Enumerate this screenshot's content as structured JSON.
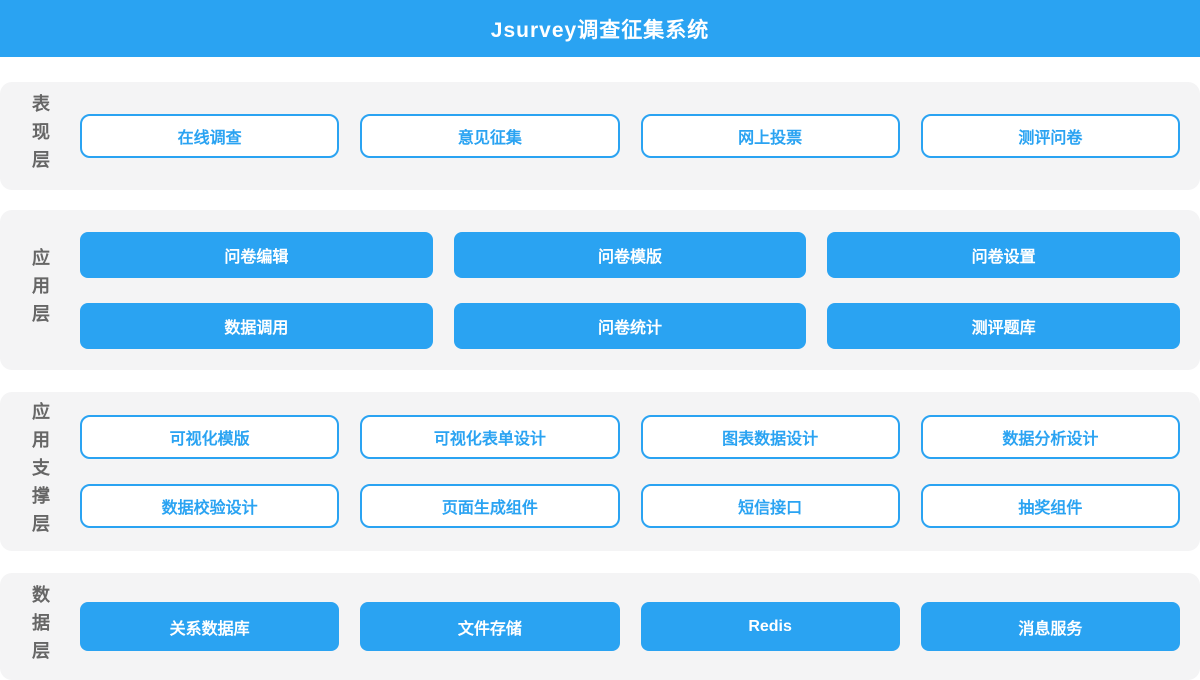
{
  "header": {
    "title": "Jsurvey调查征集系统"
  },
  "colors": {
    "accent": "#2aa3f2",
    "section_background": "#f4f4f5",
    "layer_label_text": "#666666",
    "solid_button_text": "#ffffff",
    "outline_button_text": "#2aa3f2"
  },
  "layers": [
    {
      "name": "表现层",
      "style": "outline",
      "rows": [
        [
          "在线调查",
          "意见征集",
          "网上投票",
          "测评问卷"
        ]
      ]
    },
    {
      "name": "应用层",
      "style": "solid",
      "rows": [
        [
          "问卷编辑",
          "问卷模版",
          "问卷设置"
        ],
        [
          "数据调用",
          "问卷统计",
          "测评题库"
        ]
      ]
    },
    {
      "name": "应用支撑层",
      "style": "outline",
      "rows": [
        [
          "可视化模版",
          "可视化表单设计",
          "图表数据设计",
          "数据分析设计"
        ],
        [
          "数据校验设计",
          "页面生成组件",
          "短信接口",
          "抽奖组件"
        ]
      ]
    },
    {
      "name": "数据层",
      "style": "solid",
      "rows": [
        [
          "关系数据库",
          "文件存储",
          "Redis",
          "消息服务"
        ]
      ]
    }
  ]
}
